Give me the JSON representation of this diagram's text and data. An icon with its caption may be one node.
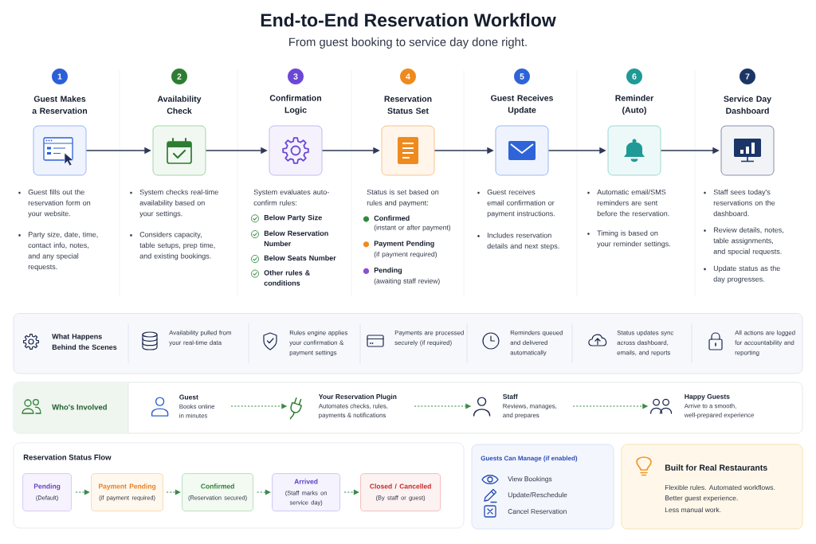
{
  "diagram": {
    "title": "End-to-End Reservation Workflow",
    "nodes": [
      {
        "text": [
          "1"
        ]
      },
      {
        "text": [
          "Guest Makes a Reservation"
        ],
        "beside": [
          "Guest fills out the reservation form on your website.",
          "Party size, date, time, contact info, notes, and any special requests."
        ]
      },
      {
        "text": [
          "2"
        ]
      },
      {
        "text": [
          "Availability Check"
        ],
        "beside": [
          "System checks real-time availability based on your settings.",
          "Considers capacity, table setups, prep time, and existing bookings."
        ]
      },
      {
        "text": [
          "3"
        ]
      },
      {
        "text": [
          "Confirmation Logic"
        ],
        "beside": [
          "System evaluates auto-confirm rules:",
          "Below Party Size",
          "Below Reservation Number",
          "Below Seats Number",
          "Other rules & conditions"
        ]
      },
      {
        "text": [
          "4"
        ]
      },
      {
        "text": [
          "Reservation Status Set"
        ],
        "beside": [
          "Status is set based on rules and payment:",
          "Confirmed",
          "(instant or after payment)",
          "Payment Pending",
          "(if payment required)",
          "Pending",
          "(awaiting staff review)"
        ]
      },
      {
        "text": [
          "5"
        ]
      },
      {
        "text": [
          "Guest Receives Update"
        ],
        "beside": [
          "Guest receives email confirmation or payment instructions.",
          "Includes reservation details and next steps."
        ]
      },
      {
        "text": [
          "6"
        ]
      },
      {
        "text": [
          "Reminder (Auto)"
        ],
        "beside": [
          "Automatic email/SMS reminders are sent before the reservation.",
          "Timing is based on your reminder settings."
        ]
      },
      {
        "text": [
          "7"
        ]
      },
      {
        "text": [
          "Service Day Dashboard"
        ],
        "beside": [
          "Staff sees today's reservations on the dashboard.",
          "Review details, notes, table assignments, and special requests.",
          "Update status as the day progresses."
        ]
      },
      {
        "text": [
          "What Happens Behind the Scenes",
          "Availability pulled from your real-time data",
          "Rules engine applies your confirmation & payment settings",
          "Payments are processed securely (if required)",
          "Reminders queued and delivered automatically",
          "Status updates sync across dashboard, emails, and reports",
          "All actions are logged for accountability and reporting"
        ]
      },
      {
        "text": [
          "Who's Involved"
        ]
      },
      {
        "text": [
          "Guest",
          "Books online in minutes"
        ],
        "in": 15
      },
      {
        "text": [
          "Your Reservation Plugin",
          "Automates checks, rules, payments & notifications"
        ],
        "in": 15
      },
      {
        "text": [
          "Staff",
          "Reviews, manages, and prepares"
        ],
        "in": 15
      },
      {
        "text": [
          "Happy Guests",
          "Arrive to a smooth, well-prepared experience"
        ],
        "in": 15
      },
      {
        "text": [
          "Reservation Status Flow"
        ]
      },
      {
        "text": [
          "Pending",
          "(Default)"
        ],
        "in": 20
      },
      {
        "text": [
          "Payment Pending",
          "(if payment required)"
        ],
        "in": 20
      },
      {
        "text": [
          "Confirmed",
          "(Reservation secured)"
        ],
        "in": 20
      },
      {
        "text": [
          "Arrived",
          "(Staff marks on service day)"
        ],
        "in": 20
      },
      {
        "text": [
          "Closed / Cancelled",
          "(By staff or guest)"
        ],
        "in": 20
      },
      {
        "text": [
          "Guests Can Manage (if enabled)",
          "View Bookings",
          "Update/Reschedule",
          "Cancel Reservation"
        ]
      },
      {
        "text": [
          "Built for Real Restaurants",
          "Flexible rules. Automated workflows.",
          "Better guest experience.",
          "Less manual work."
        ]
      }
    ],
    "edges": [
      {
        "from": 1,
        "to": 3,
        "arrow": "to"
      },
      {
        "from": 3,
        "to": 5,
        "arrow": "to"
      },
      {
        "from": 5,
        "to": 7,
        "arrow": "to"
      },
      {
        "from": 7,
        "to": 9,
        "arrow": "to"
      },
      {
        "from": 9,
        "to": 11,
        "arrow": "to"
      },
      {
        "from": 11,
        "to": 13,
        "arrow": "to"
      },
      {
        "from": 16,
        "to": 17,
        "arrow": "to",
        "style": "dashed",
        "color": "#3b8a4a"
      },
      {
        "from": 17,
        "to": 18,
        "arrow": "to",
        "style": "dashed",
        "color": "#3b8a4a"
      },
      {
        "from": 18,
        "to": 19,
        "arrow": "to",
        "style": "dashed",
        "color": "#3b8a4a"
      },
      {
        "from": 21,
        "to": 22,
        "arrow": "to",
        "style": "dashed",
        "color": "#3b8a4a"
      },
      {
        "from": 22,
        "to": 23,
        "arrow": "to",
        "style": "dashed",
        "color": "#3b8a4a"
      },
      {
        "from": 23,
        "to": 24,
        "arrow": "to",
        "style": "dashed",
        "color": "#3b8a4a"
      },
      {
        "from": 24,
        "to": 25,
        "arrow": "to",
        "style": "dashed",
        "color": "#3b8a4a"
      }
    ],
    "labels": [
      "From guest booking to service day done right."
    ]
  }
}
